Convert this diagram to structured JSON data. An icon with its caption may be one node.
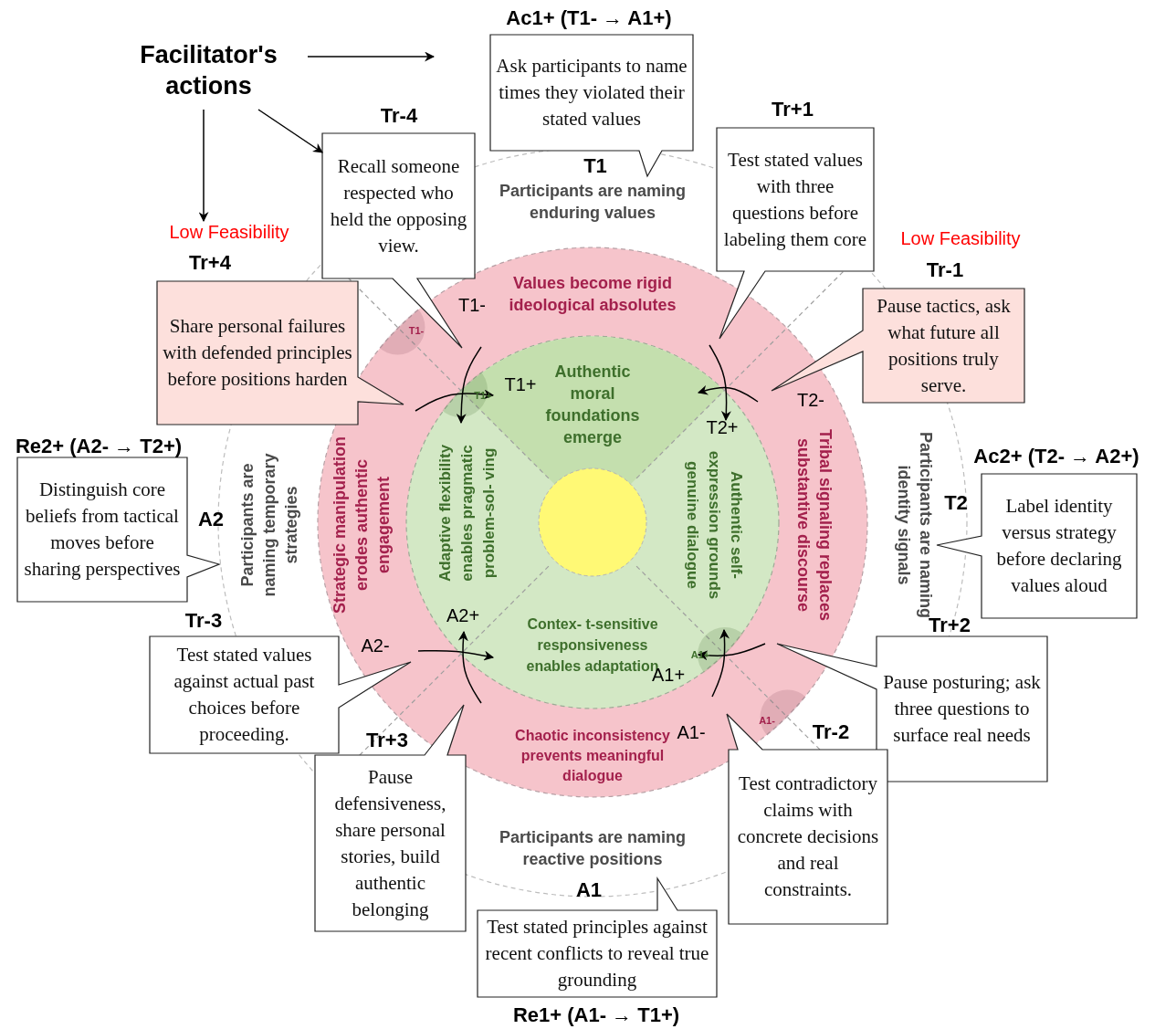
{
  "diagram": {
    "nodes": [
      {
        "text": [
          "Facilitator's actions"
        ]
      },
      {
        "text": [
          "Ac1+ (T1- → A1+)",
          "Ask participants to name times they violated their stated values"
        ]
      },
      {
        "text": [
          "Tr-4",
          "Recall someone respected who held the opposing view."
        ]
      },
      {
        "text": [
          "Tr+1",
          "Test stated values with three questions before labeling them core"
        ]
      },
      {
        "text": [
          "Tr+4",
          "Share personal failures with defended principles before positions harden"
        ],
        "beside": [
          "Low Feasibility"
        ]
      },
      {
        "text": [
          "Tr-1",
          "Pause tactics, ask what future all positions truly serve."
        ],
        "beside": [
          "Low Feasibility"
        ]
      },
      {
        "text": [
          "Re2+ (A2- → T2+)",
          "Distinguish core beliefs from tactical moves before sharing perspectives"
        ]
      },
      {
        "text": [
          "Ac2+ (T2- → A2+)",
          "Label identity versus strategy before declaring values aloud"
        ]
      },
      {
        "text": [
          "Tr-3",
          "Test stated values against actual past choices before proceeding."
        ]
      },
      {
        "text": [
          "Tr+2",
          "Pause posturing; ask three questions to surface real needs"
        ]
      },
      {
        "text": [
          "Tr+3",
          "Pause defensiveness, share personal stories, build authentic belonging"
        ]
      },
      {
        "text": [
          "Tr-2",
          "Test contradictory claims with concrete decisions and real constraints."
        ]
      },
      {
        "text": [
          "Test stated principles against recent conflicts to reveal true grounding",
          "Re1+ (A1- → T1+)"
        ]
      },
      {
        "text": [
          "Values become rigid ideological absolutes",
          "Strategic manipulation erodes authentic engagement",
          "Tribal signaling replaces substantive discourse",
          "Chaotic inconsistency prevents meaningful dialogue"
        ]
      },
      {
        "text": [
          "Authentic moral foundations emerge",
          "Adaptive flexibility enables pragmatic problem-sol- ving",
          "Authentic self-expression grounds genuine dialogue",
          "Contex- t-sensitive responsiveness enables adaptation"
        ],
        "in": 13
      },
      {
        "text": [],
        "shape": "circle",
        "in": 14
      }
    ],
    "edges": [
      {
        "from": 0,
        "to": null,
        "arrow": "to"
      },
      {
        "from": 0,
        "to": 2,
        "arrow": "to"
      },
      {
        "from": 0,
        "to": 4,
        "arrow": "to"
      },
      {
        "from": null,
        "to": 14,
        "arrow": "to"
      },
      {
        "from": null,
        "to": 14,
        "arrow": "to"
      },
      {
        "from": null,
        "to": 14,
        "arrow": "to"
      },
      {
        "from": null,
        "to": 14,
        "arrow": "to"
      },
      {
        "from": null,
        "to": 14,
        "arrow": "to"
      },
      {
        "from": null,
        "to": 14,
        "arrow": "to"
      },
      {
        "from": null,
        "to": 14,
        "arrow": "to"
      },
      {
        "from": null,
        "to": 14,
        "arrow": "to"
      }
    ],
    "labels": [
      "T1",
      "Participants are naming enduring values",
      "T1-",
      "T1-",
      "T1+",
      "T1+",
      "T2-",
      "T2+",
      "A2",
      "Participants are naming temporary strategies",
      "Participants are naming identity signals",
      "T2",
      "A2+",
      "A2-",
      "A1+",
      "A1+",
      "A1-",
      "A1-",
      "Participants are naming reactive positions",
      "A1"
    ]
  }
}
